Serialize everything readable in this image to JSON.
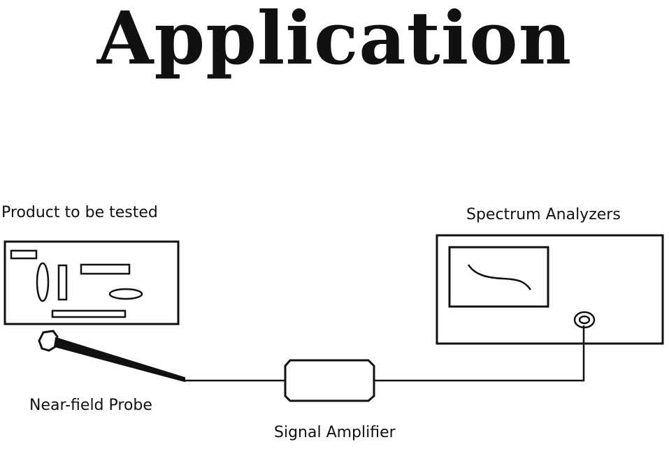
{
  "title": "Application",
  "labels": {
    "product": "Product to be tested",
    "analyzer": "Spectrum Analyzers",
    "probe": "Near-field Probe",
    "amplifier": "Signal Amplifier"
  },
  "colors": {
    "stroke": "#111111",
    "background": "#ffffff"
  }
}
